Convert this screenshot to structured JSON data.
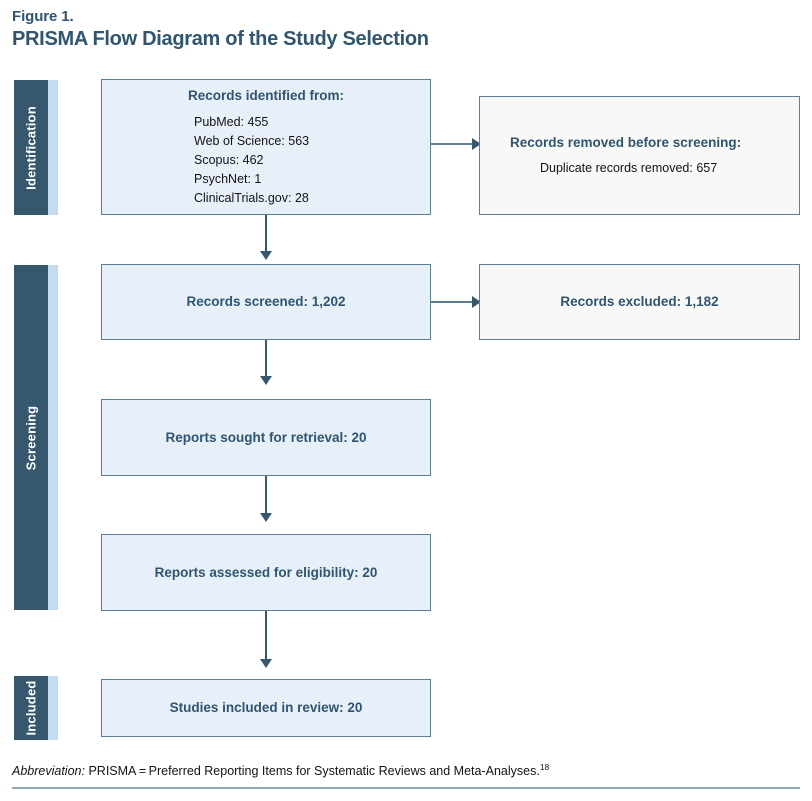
{
  "figure": {
    "label": "Figure 1.",
    "title": "PRISMA Flow Diagram of the Study Selection"
  },
  "phases": [
    {
      "name": "identification",
      "label": "Identification"
    },
    {
      "name": "screening",
      "label": "Screening"
    },
    {
      "name": "included",
      "label": "Included"
    }
  ],
  "boxes": {
    "identified": {
      "title": "Records identified from:",
      "items": [
        "PubMed: 455",
        "Web of Science: 563",
        "Scopus: 462",
        "PsychNet: 1",
        "ClinicalTrials.gov: 28"
      ]
    },
    "removed": {
      "title": "Records removed before screening:",
      "items": [
        "Duplicate records removed: 657"
      ]
    },
    "screened": {
      "title": "Records screened: 1,202"
    },
    "excluded": {
      "title": "Records excluded: 1,182"
    },
    "sought": {
      "title": "Reports sought for retrieval: 20"
    },
    "assessed": {
      "title": "Reports assessed for eligibility: 20"
    },
    "included": {
      "title": "Studies included in review: 20"
    }
  },
  "footnote": {
    "prefix": "Abbreviation:",
    "text": "PRISMA = Preferred Reporting Items for Systematic Reviews and Meta-Analyses.",
    "citation": "18"
  },
  "colors": {
    "accent_dark": "#35586f",
    "accent_title": "#2f5570",
    "box_blue": "#e7eff8",
    "box_gray": "#f8f8f7",
    "box_border": "#5b7e99",
    "strip_light": "#c3dcf0"
  }
}
